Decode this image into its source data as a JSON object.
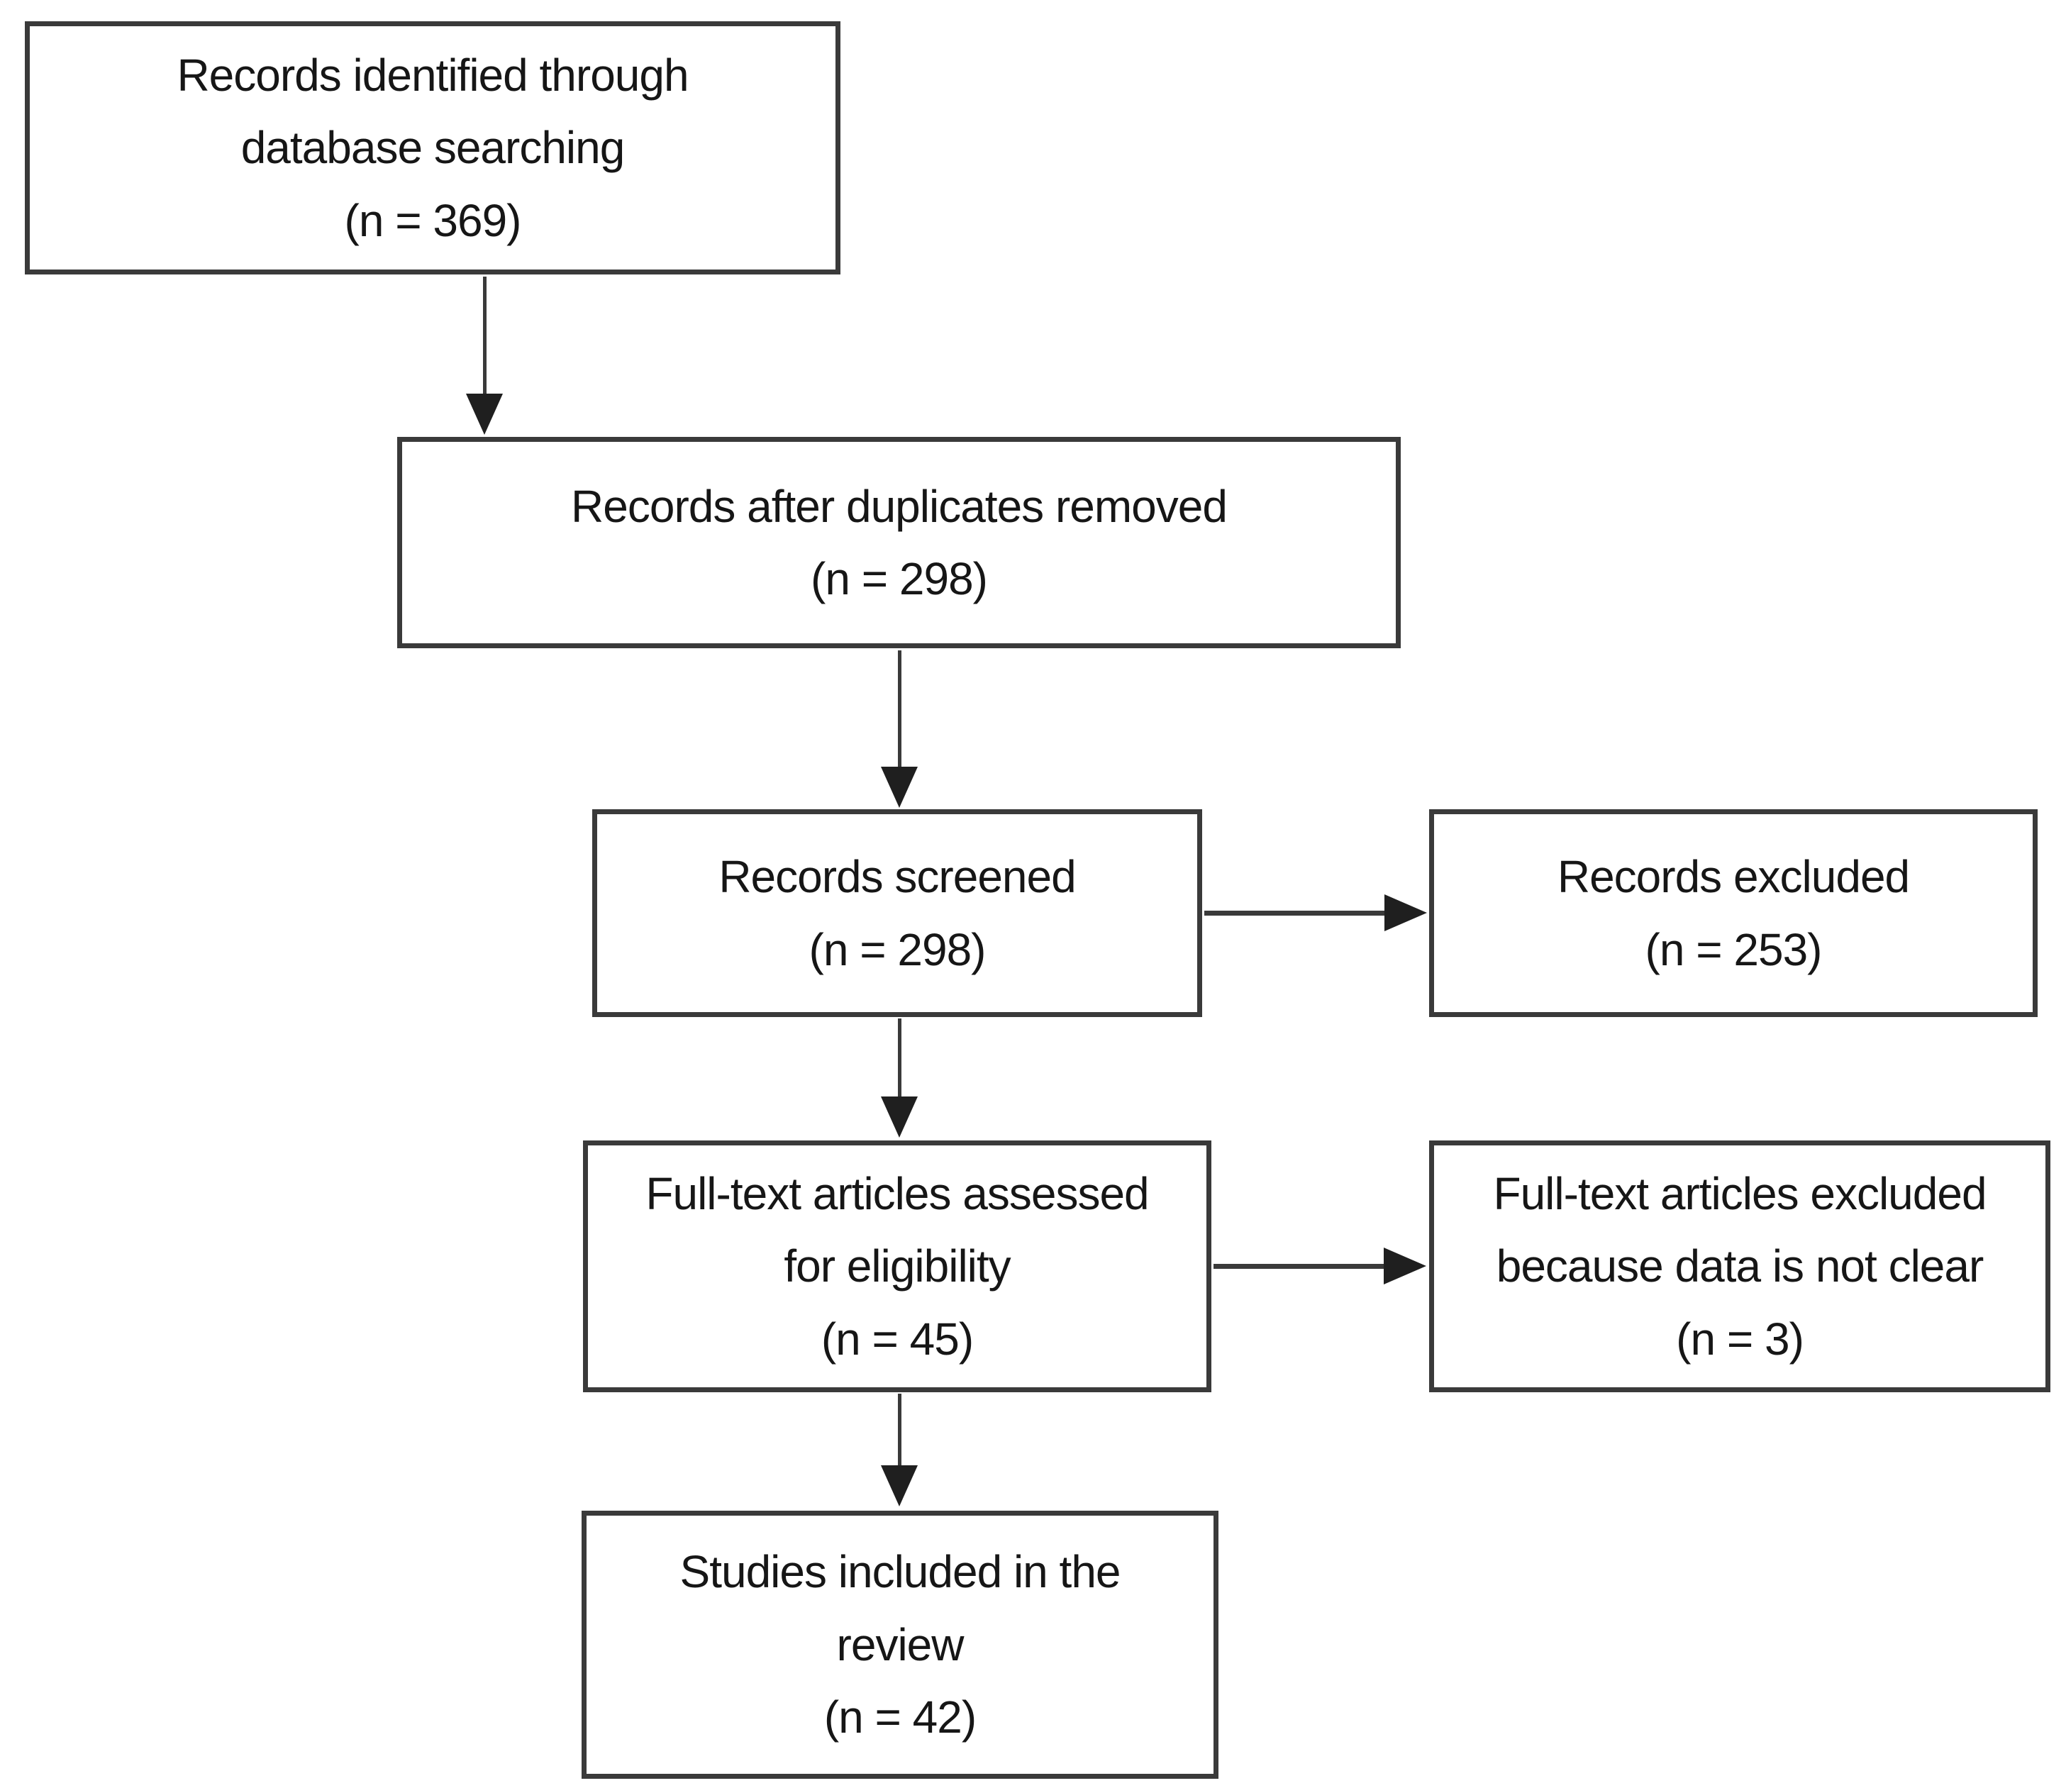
{
  "diagram": {
    "type": "flowchart",
    "background_color": "#ffffff",
    "border_color": "#3a3a3a",
    "text_color": "#161616",
    "nodes": [
      {
        "id": "records-identified",
        "text": "Records identified through\ndatabase searching\n(n = 369)",
        "n": 369
      },
      {
        "id": "duplicates-removed",
        "text": "Records after duplicates removed\n(n = 298)",
        "n": 298
      },
      {
        "id": "records-screened",
        "text": "Records screened\n(n = 298)",
        "n": 298
      },
      {
        "id": "records-excluded",
        "text": "Records excluded\n(n = 253)",
        "n": 253
      },
      {
        "id": "fulltext-assessed",
        "text": "Full-text articles assessed\nfor eligibility\n(n = 45)",
        "n": 45
      },
      {
        "id": "fulltext-excluded",
        "text": "Full-text articles excluded\nbecause data is not clear\n(n = 3)",
        "n": 3
      },
      {
        "id": "studies-included",
        "text": "Studies included in the\nreview\n(n = 42)",
        "n": 42
      }
    ],
    "edges": [
      {
        "from": "records-identified",
        "to": "duplicates-removed",
        "direction": "down"
      },
      {
        "from": "duplicates-removed",
        "to": "records-screened",
        "direction": "down"
      },
      {
        "from": "records-screened",
        "to": "records-excluded",
        "direction": "right"
      },
      {
        "from": "records-screened",
        "to": "fulltext-assessed",
        "direction": "down"
      },
      {
        "from": "fulltext-assessed",
        "to": "fulltext-excluded",
        "direction": "right"
      },
      {
        "from": "fulltext-assessed",
        "to": "studies-included",
        "direction": "down"
      }
    ]
  }
}
